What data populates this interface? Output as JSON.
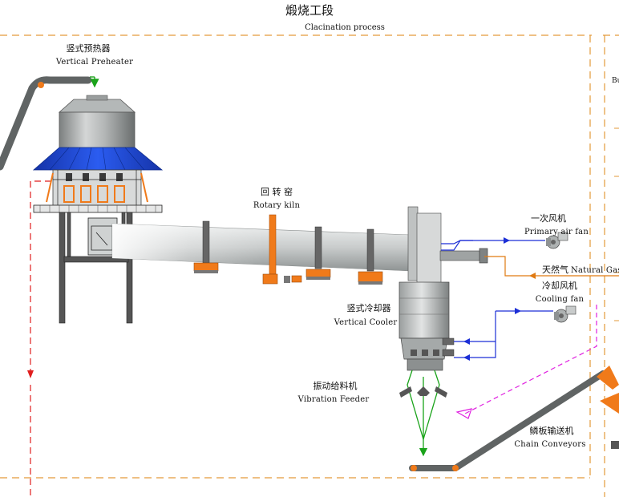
{
  "title": {
    "zh": "煅烧工段",
    "en": "Clacination process"
  },
  "labels": {
    "preheater": {
      "zh": "竖式预热器",
      "en": "Vertical Preheater"
    },
    "kiln": {
      "zh": "回 转 窑",
      "en": "Rotary kiln"
    },
    "primary_fan": {
      "zh": "一次风机",
      "en": "Primary air fan"
    },
    "natural_gas": {
      "zh": "天然气",
      "en": "Natural Gas"
    },
    "cooling_fan": {
      "zh": "冷却风机",
      "en": "Cooling fan"
    },
    "cooler": {
      "zh": "竖式冷却器",
      "en": "Vertical Cooler"
    },
    "feeder": {
      "zh": "振动给料机",
      "en": "Vibration Feeder"
    },
    "conveyor": {
      "zh": "鳞板输送机",
      "en": "Chain Conveyors"
    },
    "edge_fragment": "Bu"
  },
  "colors": {
    "boundary": "#e39a3a",
    "feed_arrow": "#1aa31a",
    "air_line": "#1c2fd6",
    "gas_line": "#e07a12",
    "dust_line": "#e020e0",
    "return_line": "#e01e1e",
    "hood_blue": "#1e46d6",
    "orange_part": "#f07a1a"
  }
}
